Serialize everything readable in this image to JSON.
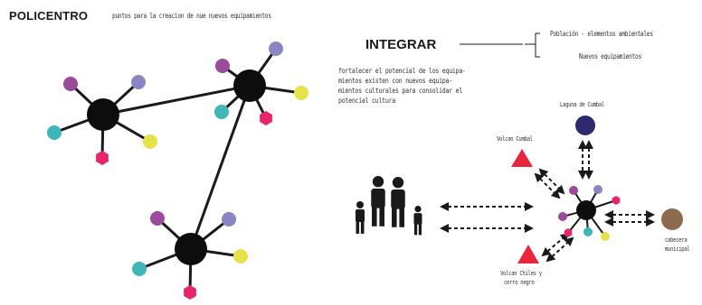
{
  "header": {
    "title": "POLICENTRO",
    "subtitle": "puntos para la creacion de nue nuevos equipamientos"
  },
  "integrar": {
    "heading": "INTEGRAR",
    "items": [
      "Población - elementos ambientales",
      "Nuevos equipamientos"
    ],
    "paragraph": [
      "fortalecer el potencial de los equipa-",
      "mientos existen con nuevos equipa-",
      "mientos culturales para consolidar el",
      "potencial cultura"
    ]
  },
  "diagram": {
    "labels": {
      "laguna": "Laguna de Cumbal",
      "volcan_cumbal": "Volcan Cumbal",
      "volcan_chiles_line1": "Volcan Chiles y",
      "volcan_chiles_line2": "cerro negro",
      "cabecera_line1": "cabecera",
      "cabecera_line2": "municipal"
    },
    "colors": {
      "hub": "#0d0d0d",
      "purple": "#9b4a9c",
      "blue_violet": "#8a86c4",
      "yellow": "#e6e24a",
      "pink": "#e8256b",
      "teal": "#3fb6b8",
      "red": "#e8253a",
      "navy": "#2d2a6e",
      "brown": "#8b6a4e",
      "ink": "#1a1a1a"
    }
  }
}
